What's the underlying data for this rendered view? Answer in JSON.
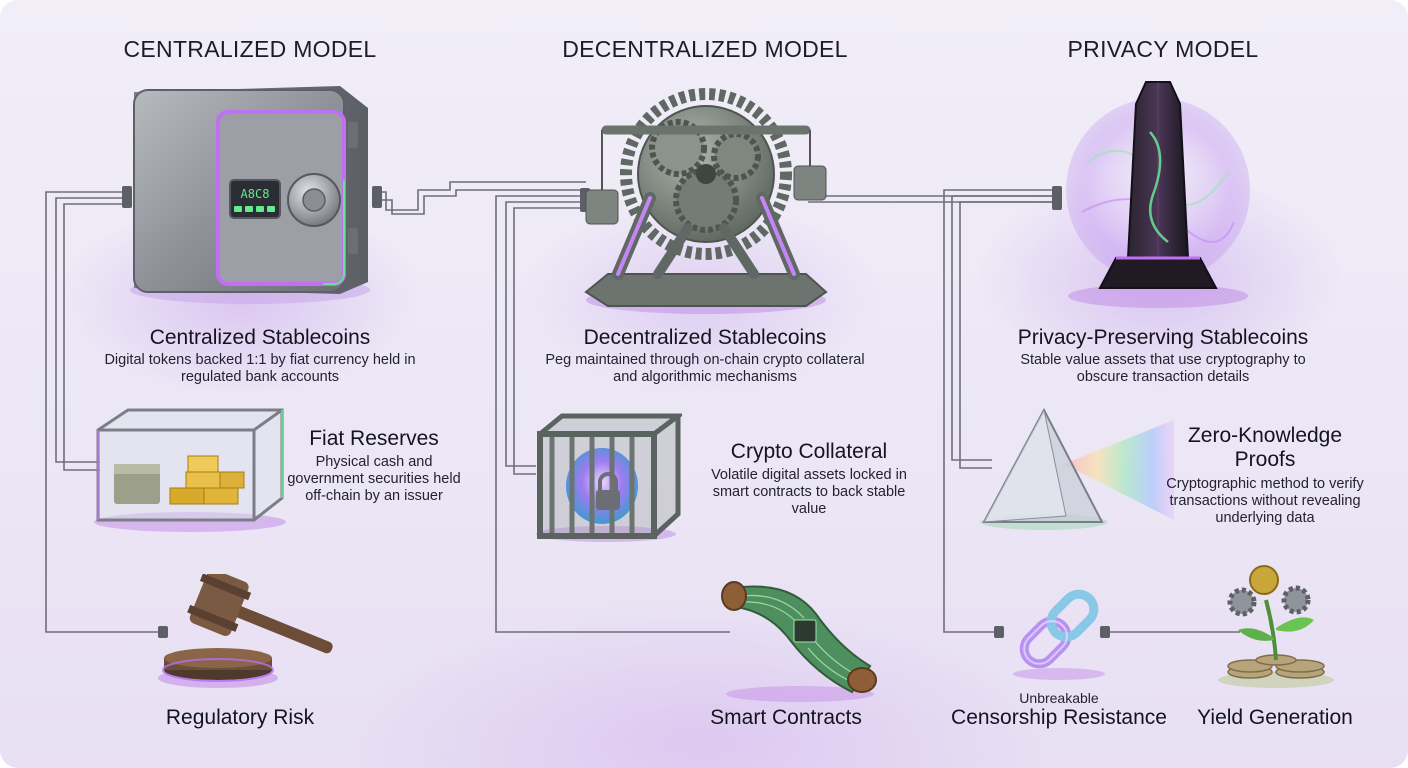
{
  "columns": [
    {
      "title": "CENTRALIZED MODEL",
      "main": {
        "title": "Centralized Stablecoins",
        "description": "Digital tokens backed 1:1 by fiat currency held in regulated bank accounts"
      },
      "secondary": {
        "title": "Fiat Reserves",
        "description": "Physical cash and government securities held off-chain by an issuer"
      },
      "bottom": [
        {
          "label": "Regulatory Risk"
        }
      ]
    },
    {
      "title": "DECENTRALIZED MODEL",
      "main": {
        "title": "Decentralized Stablecoins",
        "description": "Peg maintained through on-chain crypto collateral and algorithmic mechanisms"
      },
      "secondary": {
        "title": "Crypto Collateral",
        "description": "Volatile digital assets locked in smart contracts to back stable value"
      },
      "bottom": [
        {
          "label": "Smart Contracts"
        }
      ]
    },
    {
      "title": "PRIVACY MODEL",
      "main": {
        "title": "Privacy-Preserving Stablecoins",
        "description": "Stable value assets that use cryptography to obscure transaction details"
      },
      "secondary": {
        "title": "Zero-Knowledge Proofs",
        "description": "Cryptographic method to verify transactions without revealing underlying data"
      },
      "bottom": [
        {
          "caption": "Unbreakable",
          "label": "Censorship Resistance"
        },
        {
          "label": "Yield Generation"
        }
      ]
    }
  ],
  "safe_display": "A8C8",
  "colors": {
    "accent_green": "#5fe08a",
    "accent_purple": "#b468f0",
    "metal": "#8c8f95",
    "wire": "#6f6f7c"
  }
}
